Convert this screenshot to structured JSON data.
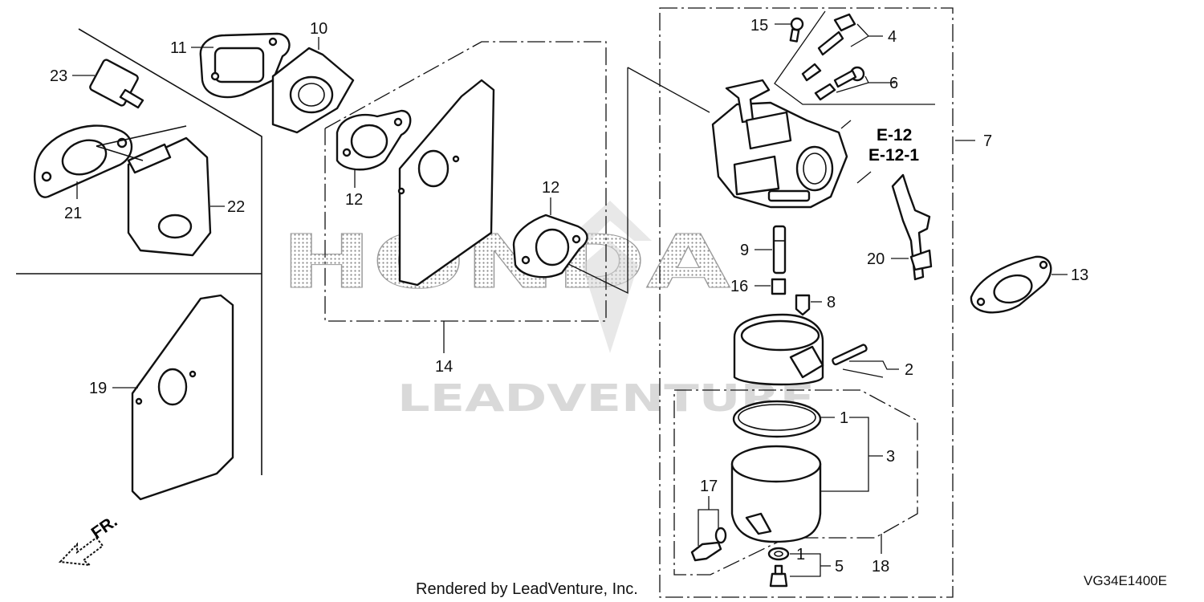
{
  "watermark": {
    "brand": "HONDA",
    "company": "LEADVENTURE"
  },
  "part_numbers": [
    "1",
    "2",
    "3",
    "4",
    "5",
    "6",
    "7",
    "8",
    "9",
    "10",
    "11",
    "12",
    "13",
    "14",
    "15",
    "16",
    "17",
    "18",
    "19",
    "20",
    "21",
    "22",
    "23"
  ],
  "callouts": {
    "c1a": "1",
    "c1b": "1",
    "c2": "2",
    "c3": "3",
    "c4": "4",
    "c5": "5",
    "c6": "6",
    "c7": "7",
    "c8": "8",
    "c9": "9",
    "c10": "10",
    "c11": "11",
    "c12a": "12",
    "c12b": "12",
    "c13": "13",
    "c14": "14",
    "c15": "15",
    "c16": "16",
    "c17": "17",
    "c18": "18",
    "c19": "19",
    "c20": "20",
    "c21": "21",
    "c22": "22",
    "c23": "23"
  },
  "reference": {
    "line1": "E-12",
    "line2": "E-12-1"
  },
  "direction_label": "FR.",
  "footer": {
    "rendered_by": "Rendered by LeadVenture, Inc.",
    "diagram_code": "VG34E1400E"
  }
}
